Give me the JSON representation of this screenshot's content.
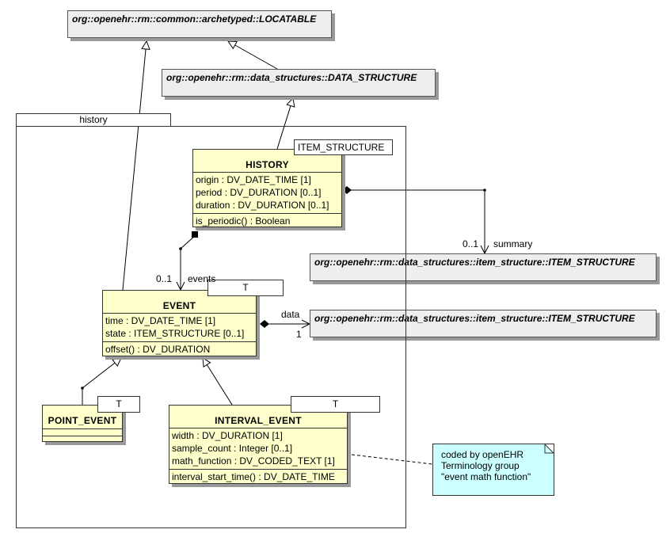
{
  "external_classes": {
    "locatable": "org::openehr::rm::common::archetyped::LOCATABLE",
    "data_structure": "org::openehr::rm::data_structures::DATA_STRUCTURE",
    "item_structure_summary": "org::openehr::rm::data_structures::item_structure::ITEM_STRUCTURE",
    "item_structure_data": "org::openehr::rm::data_structures::item_structure::ITEM_STRUCTURE"
  },
  "package": {
    "name": "history"
  },
  "history_class": {
    "name": "HISTORY",
    "template": "ITEM_STRUCTURE",
    "attributes": [
      "origin : DV_DATE_TIME [1]",
      "period : DV_DURATION [0..1]",
      "duration : DV_DURATION [0..1]"
    ],
    "operations": [
      "is_periodic() : Boolean"
    ]
  },
  "event_class": {
    "name": "EVENT",
    "template": "T",
    "attributes": [
      "time : DV_DATE_TIME [1]",
      "state : ITEM_STRUCTURE [0..1]"
    ],
    "operations": [
      "offset() : DV_DURATION"
    ]
  },
  "point_event_class": {
    "name": "POINT_EVENT",
    "template": "T"
  },
  "interval_event_class": {
    "name": "INTERVAL_EVENT",
    "template": "T",
    "attributes": [
      "width : DV_DURATION [1]",
      "sample_count : Integer [0..1]",
      "math_function : DV_CODED_TEXT [1]"
    ],
    "operations": [
      "interval_start_time() : DV_DATE_TIME"
    ]
  },
  "associations": {
    "summary": {
      "role": "summary",
      "multiplicity": "0..1"
    },
    "events": {
      "role": "events",
      "multiplicity": "0..1"
    },
    "data": {
      "role": "data",
      "multiplicity": "1"
    }
  },
  "note": {
    "lines": [
      "coded by openEHR",
      "Terminology group",
      "\"event math function\""
    ]
  },
  "colors": {
    "class_fill": "#ffffcc",
    "external_fill": "#eeeeee",
    "note_fill": "#ccffff",
    "shadow": "#999999"
  }
}
